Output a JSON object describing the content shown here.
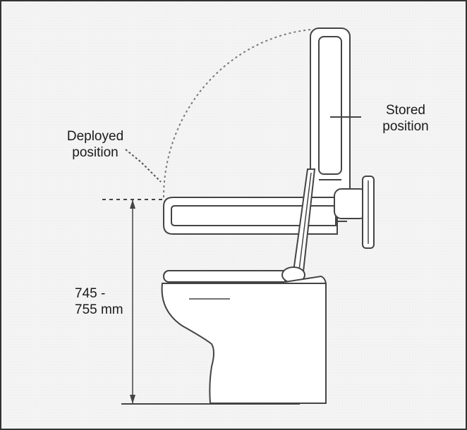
{
  "colors": {
    "background": "#f5f5f5",
    "border": "#333333",
    "stroke": "#444444",
    "rail_fill": "#ffffff",
    "text": "#1a1a1a"
  },
  "labels": {
    "deployed": [
      "Deployed",
      "position"
    ],
    "stored": [
      "Stored",
      "position"
    ],
    "height": [
      "745 -",
      "755 mm"
    ]
  }
}
